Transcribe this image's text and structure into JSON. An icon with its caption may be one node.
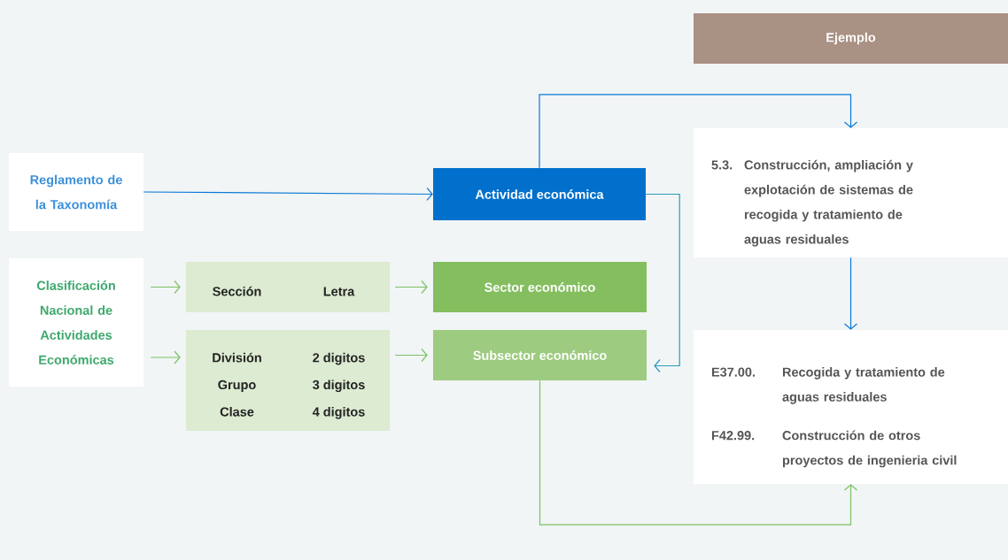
{
  "diagram": {
    "nodes": [
      {
        "text": [
          "Ejemplo"
        ]
      },
      {
        "text": [
          "Reglamento de la Taxonomía"
        ]
      },
      {
        "text": [
          "Actividad económica"
        ]
      },
      {
        "text": [
          "5.3.",
          "Construcción, ampliación y explotación de sistemas de recogida y tratamiento de aguas residuales"
        ]
      },
      {
        "text": [
          "Clasificación Nacional de Actividades Económicas"
        ]
      },
      {
        "text": [
          "Sección",
          "Letra"
        ]
      },
      {
        "text": [
          "Sector económico"
        ]
      },
      {
        "text": [
          "División",
          "2 digitos",
          "Grupo",
          "3 digitos",
          "Clase",
          "4 digitos"
        ]
      },
      {
        "text": [
          "Subsector económico"
        ]
      },
      {
        "text": [
          "E37.00.",
          "Recogida y tratamiento de aguas residuales",
          "F42.99.",
          "Construcción de otros proyectos de ingenieria civil"
        ]
      }
    ],
    "edges": [
      {
        "from": 1,
        "to": 2,
        "arrow": "to",
        "color": "#0a78d4"
      },
      {
        "from": 2,
        "to": 3,
        "arrow": "to",
        "color": "#0a78d4"
      },
      {
        "from": 3,
        "to": 9,
        "arrow": "to",
        "color": "#0a78d4"
      },
      {
        "from": 2,
        "to": 8,
        "arrow": "to",
        "color": "#2e98c0"
      },
      {
        "from": 4,
        "to": 5,
        "arrow": "to",
        "color": "#7cc163"
      },
      {
        "from": 4,
        "to": 7,
        "arrow": "to",
        "color": "#7cc163"
      },
      {
        "from": 5,
        "to": 6,
        "arrow": "to",
        "color": "#7cc163"
      },
      {
        "from": 7,
        "to": 8,
        "arrow": "to",
        "color": "#7cc163"
      },
      {
        "from": 8,
        "to": 9,
        "arrow": "to",
        "color": "#7cc163"
      }
    ]
  }
}
